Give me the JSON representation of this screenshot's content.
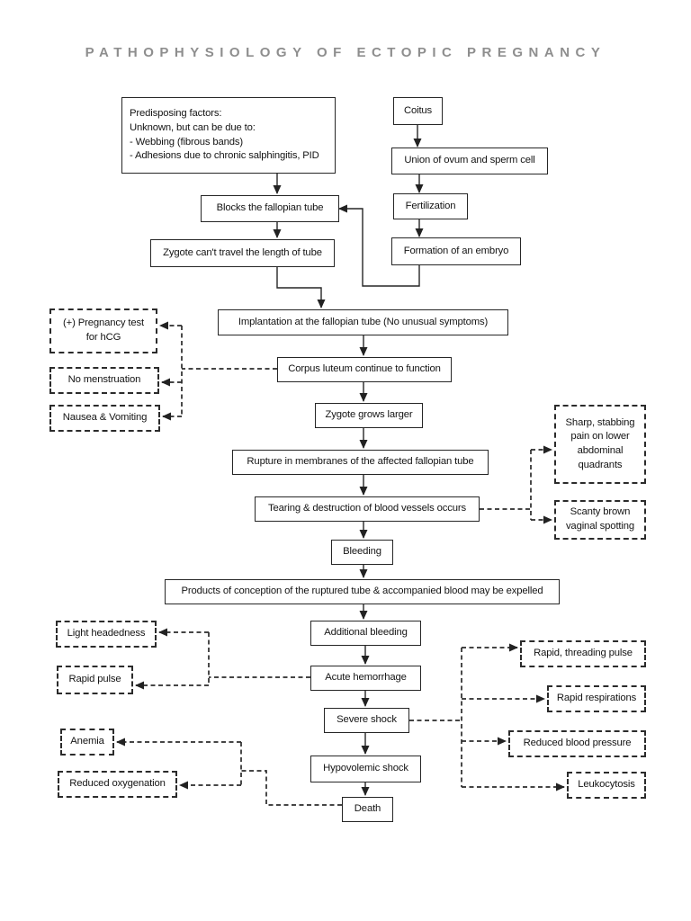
{
  "page": {
    "title": "PATHOPHYSIOLOGY OF ECTOPIC PREGNANCY"
  },
  "colors": {
    "background": "#ffffff",
    "ink": "#262626",
    "title_gray": "#8e8e8e"
  },
  "nodes": {
    "predisposing": "Predisposing factors:\nUnknown, but can be due to:\n- Webbing (fibrous bands)\n- Adhesions due to chronic salphingitis, PID",
    "coitus": "Coitus",
    "union": "Union of ovum and sperm cell",
    "fertilization": "Fertilization",
    "formation": "Formation of an embryo",
    "blocks": "Blocks the fallopian tube",
    "zygote_cant": "Zygote can't travel the length of tube",
    "implantation": "Implantation at the fallopian tube (No unusual symptoms)",
    "corpus_luteum": "Corpus luteum continue to function",
    "zygote_grows": "Zygote grows larger",
    "rupture": "Rupture in membranes of the affected fallopian tube",
    "tearing": "Tearing & destruction of blood vessels occurs",
    "bleeding": "Bleeding",
    "products": "Products of conception of the ruptured tube & accompanied blood may be expelled",
    "additional_bleeding": "Additional bleeding",
    "acute_hemorrhage": "Acute hemorrhage",
    "severe_shock": "Severe shock",
    "hypovolemic_shock": "Hypovolemic shock",
    "death": "Death"
  },
  "signs": {
    "pregnancy_test": "(+) Pregnancy test\nfor hCG",
    "no_menstruation": "No menstruation",
    "nausea_vomiting": "Nausea & Vomiting",
    "sharp_pain": "Sharp, stabbing\npain on lower\nabdominal\nquadrants",
    "scanty_spotting": "Scanty brown\nvaginal spotting",
    "light_headedness": "Light headedness",
    "rapid_pulse": "Rapid pulse",
    "anemia": "Anemia",
    "reduced_oxygenation": "Reduced oxygenation",
    "rapid_threading_pulse": "Rapid, threading pulse",
    "rapid_respirations": "Rapid respirations",
    "reduced_blood_pressure": "Reduced blood pressure",
    "leukocytosis": "Leukocytosis"
  }
}
